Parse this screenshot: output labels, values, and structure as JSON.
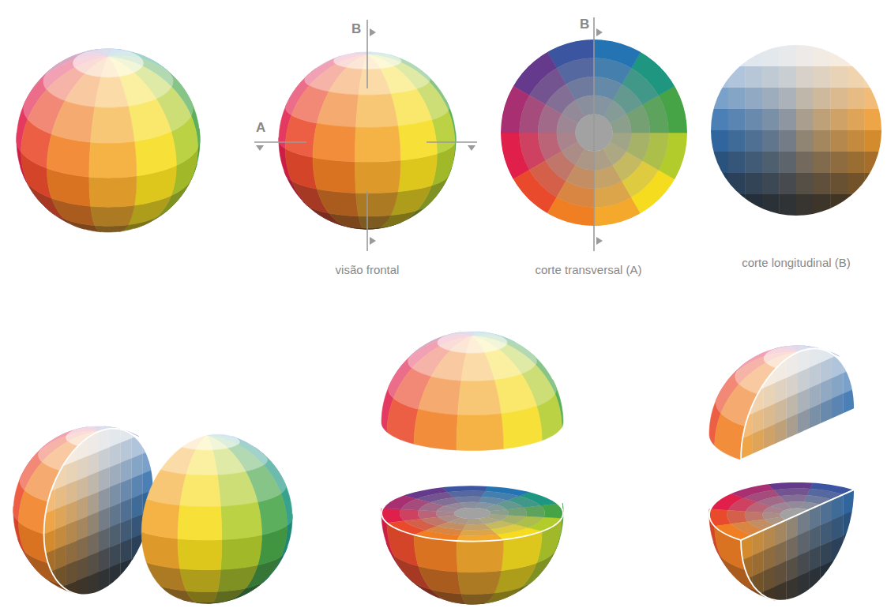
{
  "diagram": {
    "labels": [
      "B",
      "A",
      "visão frontal",
      "B",
      "corte transversal (A)",
      "corte longitudinal (B)"
    ]
  }
}
